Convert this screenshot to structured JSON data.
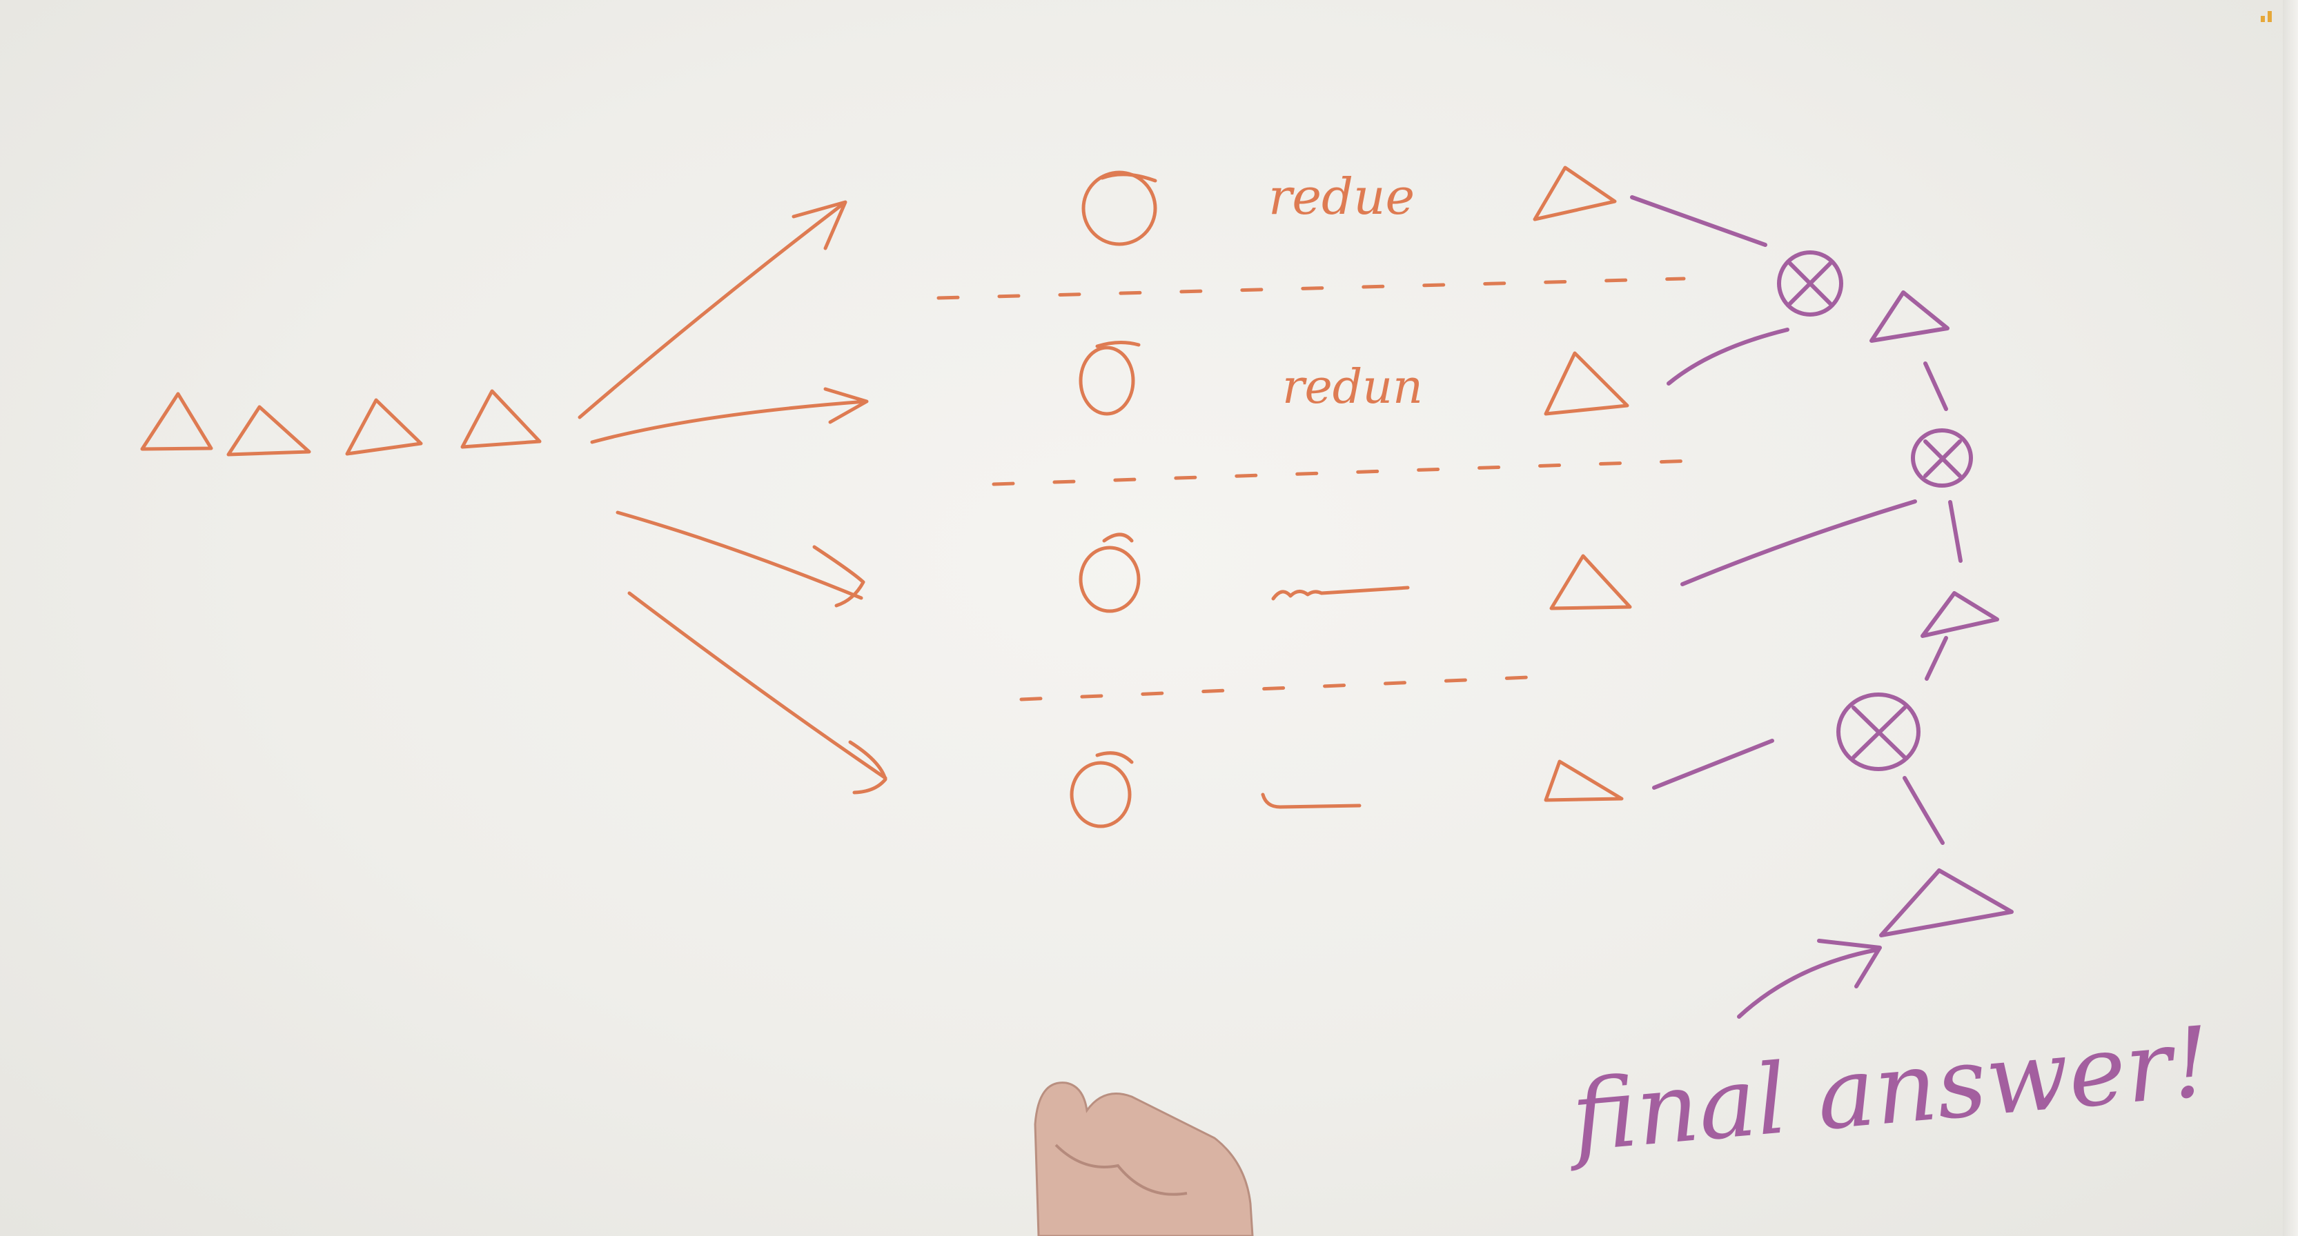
{
  "board": {
    "background": "#efeeea"
  },
  "ink": {
    "orange": "#de7b52",
    "purple": "#a35f9f",
    "skin": "#d9b3a3"
  },
  "rows": [
    {
      "label": "redue"
    },
    {
      "label": "redun"
    },
    {
      "label": ""
    },
    {
      "label": ""
    }
  ],
  "caption": "final answer!"
}
